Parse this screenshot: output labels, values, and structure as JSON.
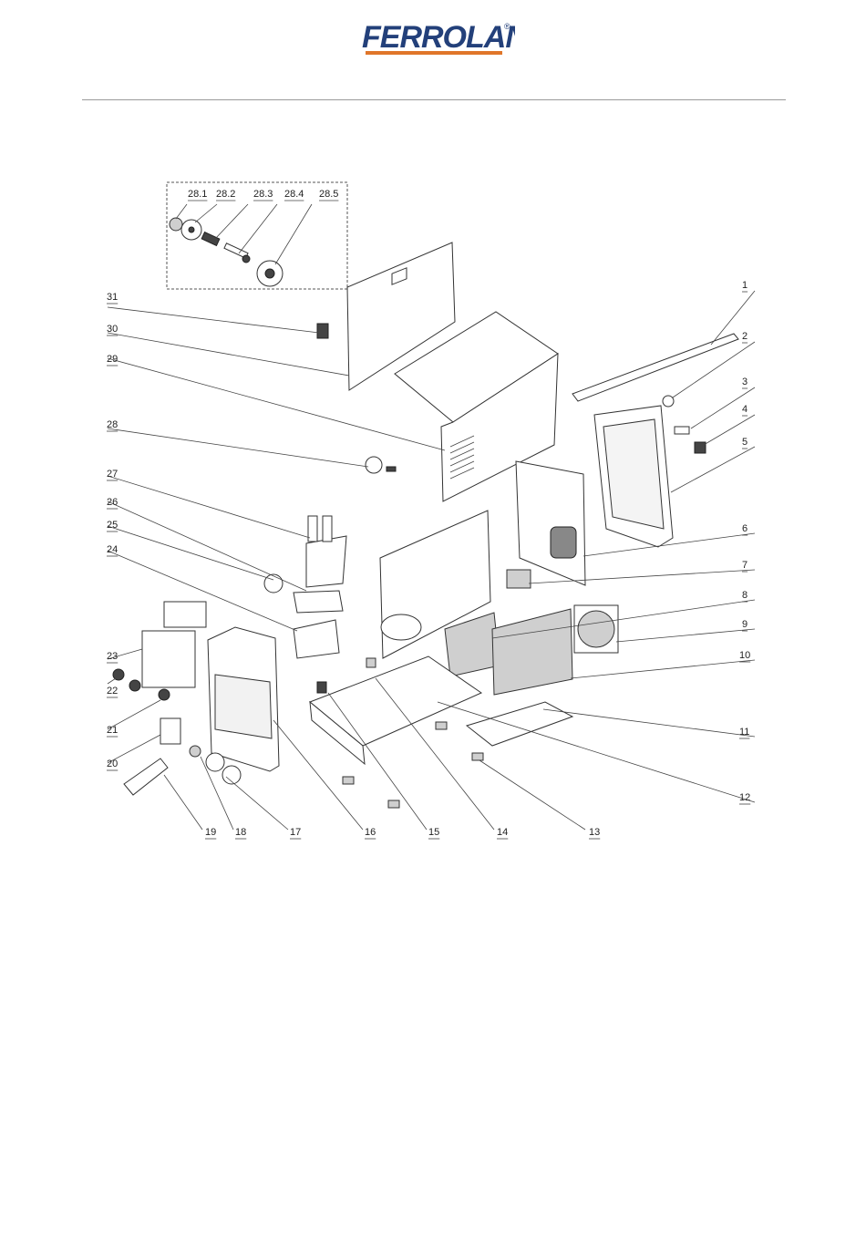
{
  "header": {
    "brand": "FERROLAN",
    "registered_mark": "®",
    "brand_color": "#23407a",
    "accent_color": "#e0762a"
  },
  "diagram": {
    "type": "exploded-parts-view",
    "detail_labels": [
      "28.1",
      "28.2",
      "28.3",
      "28.4",
      "28.5"
    ],
    "callouts": [
      "1",
      "2",
      "3",
      "4",
      "5",
      "6",
      "7",
      "8",
      "9",
      "10",
      "11",
      "12",
      "13",
      "14",
      "15",
      "16",
      "17",
      "18",
      "19",
      "20",
      "21",
      "22",
      "23",
      "24",
      "25",
      "26",
      "27",
      "28",
      "29",
      "30",
      "31"
    ]
  }
}
